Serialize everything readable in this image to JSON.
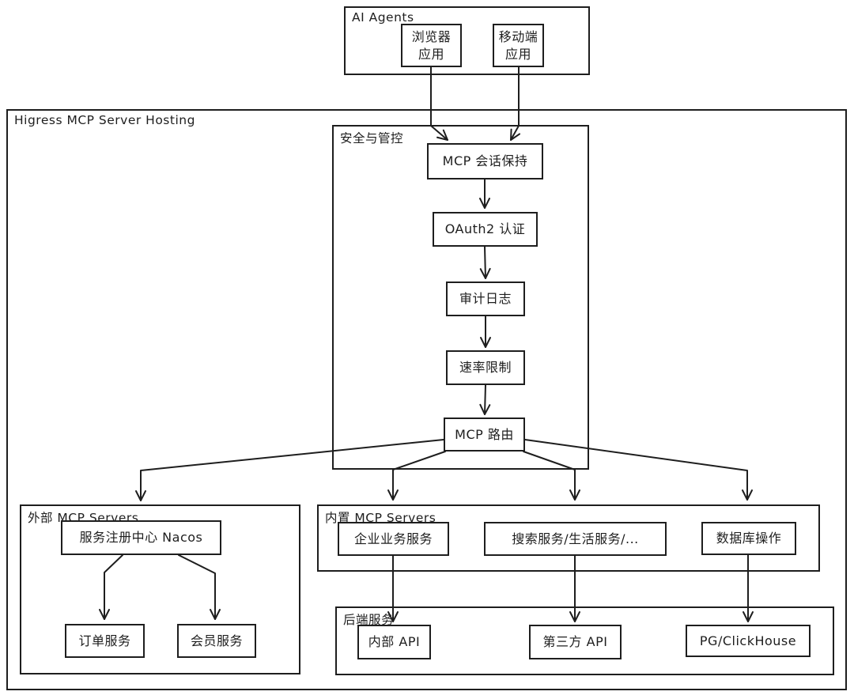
{
  "diagram": {
    "type": "architecture-flowchart",
    "colors": {
      "stroke": "#1e1e1e",
      "background": "#ffffff",
      "node_fill": "#ffffff"
    },
    "groups": {
      "ai_agents": "AI Agents",
      "higress": "Higress MCP Server Hosting",
      "security": "安全与管控",
      "external_mcp": "外部 MCP Servers",
      "builtin_mcp": "内置 MCP Servers",
      "backend": "后端服务"
    },
    "nodes": {
      "browser_app": "浏览器\n应用",
      "mobile_app": "移动端\n应用",
      "mcp_session": "MCP 会话保持",
      "oauth2": "OAuth2 认证",
      "audit_log": "审计日志",
      "rate_limit": "速率限制",
      "mcp_router": "MCP 路由",
      "nacos": "服务注册中心 Nacos",
      "order_service": "订单服务",
      "member_service": "会员服务",
      "enterprise_service": "企业业务服务",
      "search_life_service": "搜索服务/生活服务/...",
      "database_ops": "数据库操作",
      "internal_api": "内部 API",
      "third_party_api": "第三方 API",
      "pg_clickhouse": "PG/ClickHouse"
    },
    "edges": [
      {
        "from": "browser_app",
        "to": "mcp_session"
      },
      {
        "from": "mobile_app",
        "to": "mcp_session"
      },
      {
        "from": "mcp_session",
        "to": "oauth2"
      },
      {
        "from": "oauth2",
        "to": "audit_log"
      },
      {
        "from": "audit_log",
        "to": "rate_limit"
      },
      {
        "from": "rate_limit",
        "to": "mcp_router"
      },
      {
        "from": "mcp_router",
        "to": "external_mcp"
      },
      {
        "from": "mcp_router",
        "to": "enterprise_service"
      },
      {
        "from": "mcp_router",
        "to": "search_life_service"
      },
      {
        "from": "mcp_router",
        "to": "database_ops"
      },
      {
        "from": "nacos",
        "to": "order_service"
      },
      {
        "from": "nacos",
        "to": "member_service"
      },
      {
        "from": "enterprise_service",
        "to": "internal_api"
      },
      {
        "from": "search_life_service",
        "to": "third_party_api"
      },
      {
        "from": "database_ops",
        "to": "pg_clickhouse"
      }
    ]
  }
}
